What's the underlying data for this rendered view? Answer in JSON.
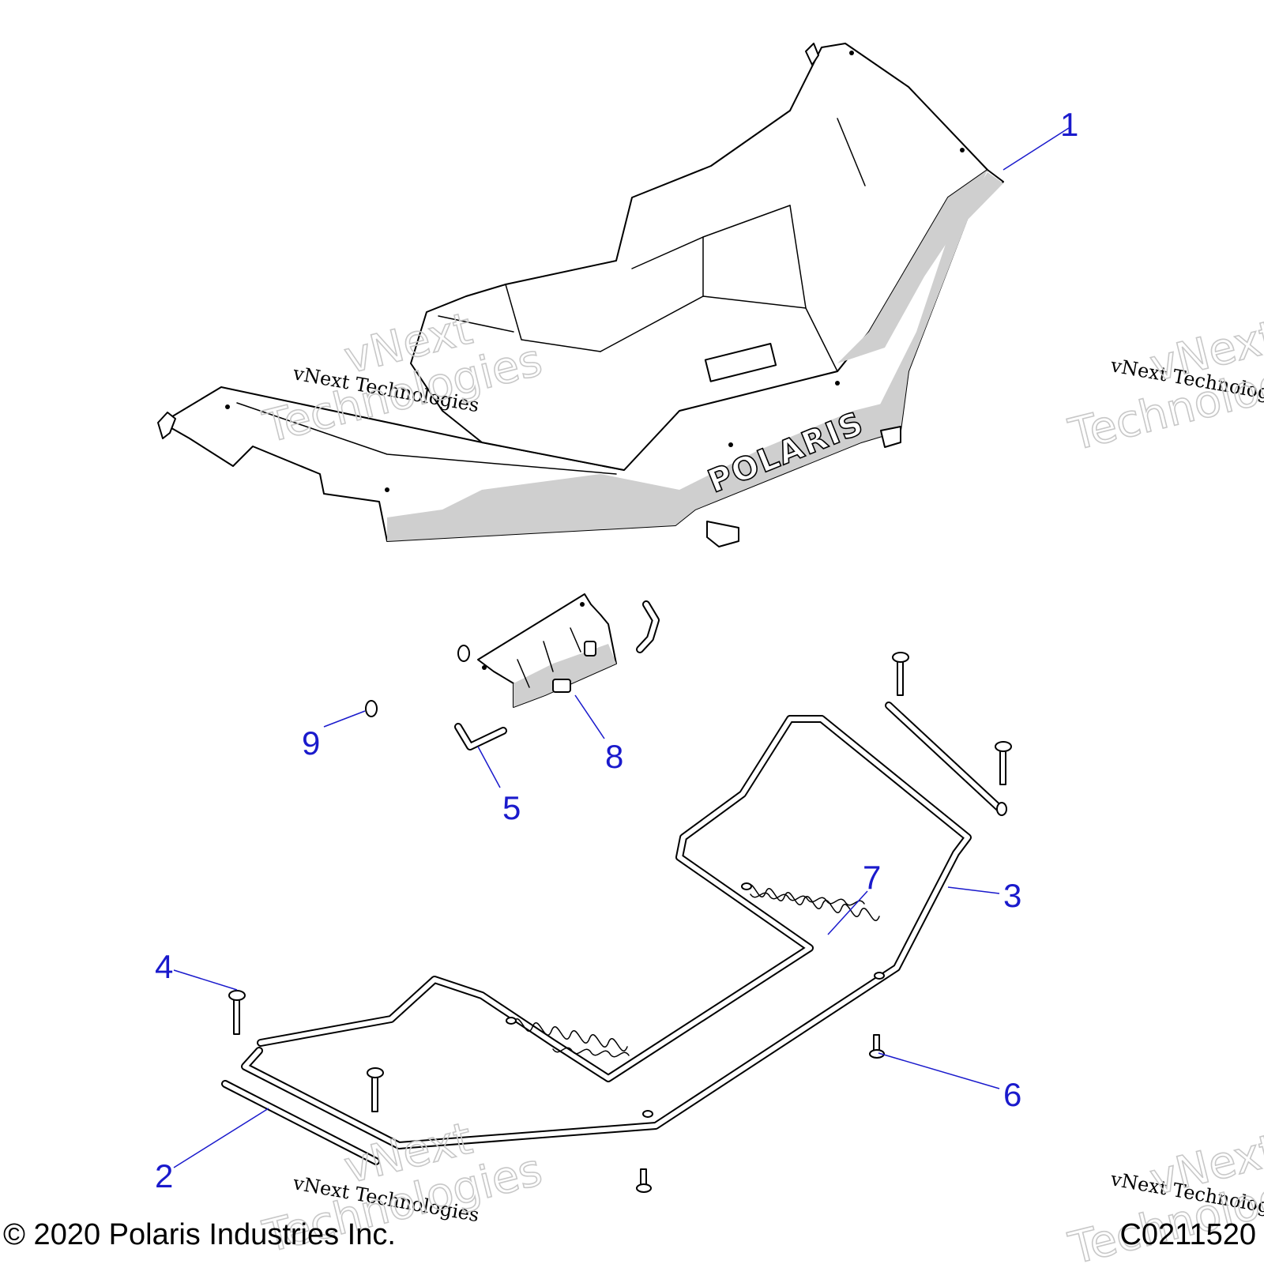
{
  "callouts": [
    {
      "label": "1"
    },
    {
      "label": "2"
    },
    {
      "label": "3"
    },
    {
      "label": "4"
    },
    {
      "label": "5"
    },
    {
      "label": "6"
    },
    {
      "label": "7"
    },
    {
      "label": "8"
    },
    {
      "label": "9"
    }
  ],
  "watermark": {
    "brand_line": "vNext Technologies",
    "big_line1": "vNext",
    "big_line2": "Technologies"
  },
  "rack_branding": "POLARIS",
  "footer": {
    "copyright": "© 2020 Polaris Industries Inc.",
    "drawing_id": "C0211520"
  },
  "colors": {
    "callout": "#1a1acc",
    "line": "#000000",
    "shading": "#cfcfcf"
  }
}
